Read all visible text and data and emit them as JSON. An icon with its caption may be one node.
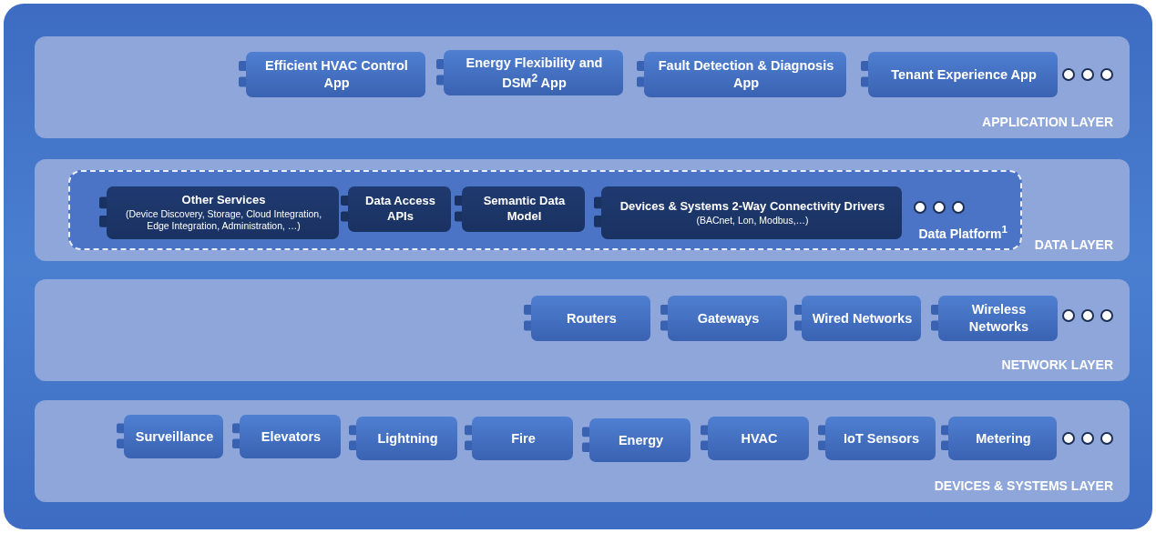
{
  "diagram": {
    "nodes": [
      {
        "text": [
          "APPLICATION LAYER"
        ]
      },
      {
        "text": [
          "Efficient HVAC Control App"
        ],
        "in": 0
      },
      {
        "text": [
          "Energy Flexibility and DSM$^{2}$ App"
        ],
        "in": 0
      },
      {
        "text": [
          "Fault Detection & Diagnosis App"
        ],
        "in": 0
      },
      {
        "text": [
          "Tenant Experience App"
        ],
        "in": 0
      },
      {
        "text": [
          "DATA LAYER"
        ]
      },
      {
        "text": [
          "Data Platform$^{1}$"
        ],
        "in": 5
      },
      {
        "text": [
          "Other Services",
          "(Device Discovery, Storage, Cloud Integration, Edge Integration, Administration, …)"
        ],
        "in": 6
      },
      {
        "text": [
          "Data Access APIs"
        ],
        "in": 6
      },
      {
        "text": [
          "Semantic Data Model"
        ],
        "in": 6
      },
      {
        "text": [
          "Devices & Systems 2-Way Connectivity Drivers",
          "(BACnet, Lon, Modbus,…)"
        ],
        "in": 6
      },
      {
        "text": [
          "NETWORK LAYER"
        ]
      },
      {
        "text": [
          "Routers"
        ],
        "in": 11
      },
      {
        "text": [
          "Gateways"
        ],
        "in": 11
      },
      {
        "text": [
          "Wired Networks"
        ],
        "in": 11
      },
      {
        "text": [
          "Wireless Networks"
        ],
        "in": 11
      },
      {
        "text": [
          "DEVICES & SYSTEMS LAYER"
        ]
      },
      {
        "text": [
          "Surveillance"
        ],
        "in": 16
      },
      {
        "text": [
          "Elevators"
        ],
        "in": 16
      },
      {
        "text": [
          "Lightning"
        ],
        "in": 16
      },
      {
        "text": [
          "Fire"
        ],
        "in": 16
      },
      {
        "text": [
          "Energy"
        ],
        "in": 16
      },
      {
        "text": [
          "HVAC"
        ],
        "in": 16
      },
      {
        "text": [
          "IoT Sensors"
        ],
        "in": 16
      },
      {
        "text": [
          "Metering"
        ],
        "in": 16
      }
    ]
  }
}
